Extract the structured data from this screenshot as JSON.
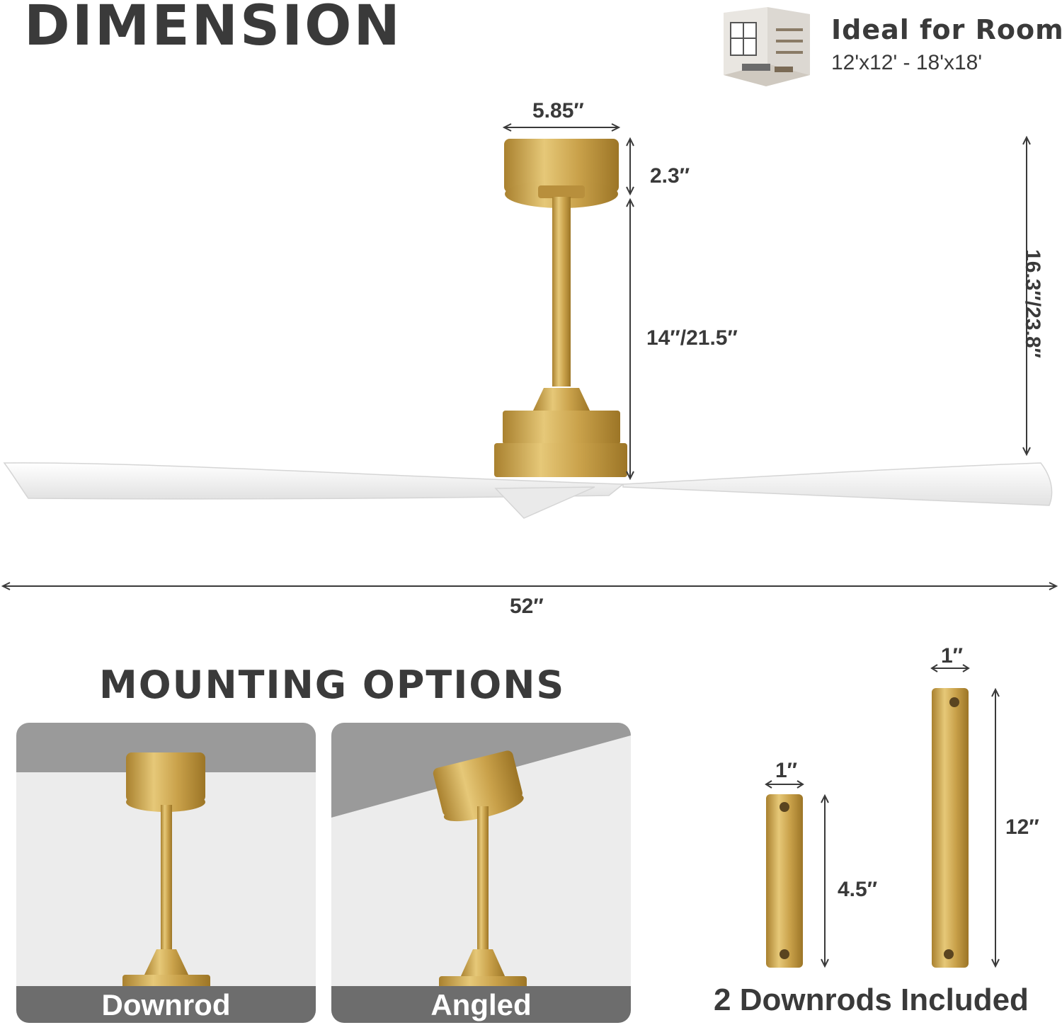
{
  "header": {
    "title": "DIMENSION",
    "room_label": "Ideal for Rooms",
    "room_size": "12'x12' - 18'x18'"
  },
  "dimensions": {
    "canopy_width": "5.85″",
    "canopy_height": "2.3″",
    "downrod_length": "14″/21.5″",
    "total_height": "16.3″/23.8″",
    "blade_span": "52″"
  },
  "mounting": {
    "title": "MOUNTING OPTIONS",
    "options": [
      {
        "label": "Downrod"
      },
      {
        "label": "Angled"
      }
    ]
  },
  "downrods": {
    "short": {
      "width": "1″",
      "length": "4.5″"
    },
    "long": {
      "width": "1″",
      "length": "12″"
    },
    "caption": "2 Downrods Included"
  },
  "colors": {
    "brass": "#c9a14a",
    "text": "#3a3a3a",
    "caption_bar": "#6d6d6d",
    "blade": "#f4f4f4"
  }
}
